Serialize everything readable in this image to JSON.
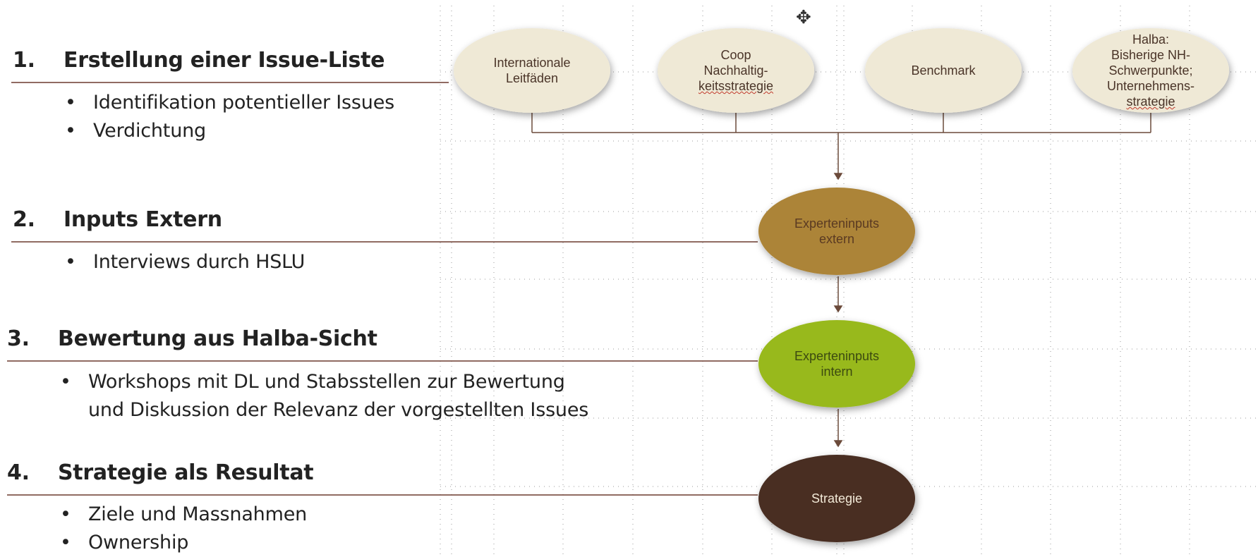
{
  "steps": [
    {
      "num": "1.",
      "title": "Erstellung einer Issue-Liste",
      "bullets": [
        "Identifikation potentieller Issues",
        "Verdichtung"
      ]
    },
    {
      "num": "2.",
      "title": "Inputs Extern",
      "bullets": [
        "Interviews durch HSLU"
      ]
    },
    {
      "num": "3.",
      "title": "Bewertung aus Halba-Sicht",
      "bullets": [
        "Workshops mit DL und Stabsstellen zur Bewertung",
        "und Diskussion der Relevanz der vorgestellten Issues"
      ]
    },
    {
      "num": "4.",
      "title": "Strategie als Resultat",
      "bullets": [
        "Ziele und Massnahmen",
        "Ownership"
      ]
    }
  ],
  "bullet_char": "•",
  "nodes": {
    "international": [
      "Internationale",
      "Leitfäden"
    ],
    "coop": [
      "Coop",
      "Nachhaltig-",
      "keitsstrategie"
    ],
    "benchmark": [
      "Benchmark"
    ],
    "halba": [
      "Halba:",
      "Bisherige NH-",
      "Schwerpunkte;",
      "Unternehmens-",
      "strategie"
    ],
    "extern": [
      "Experteninputs",
      "extern"
    ],
    "intern": [
      "Experteninputs",
      "intern"
    ],
    "strategie": [
      "Strategie"
    ]
  },
  "colors": {
    "top_node_fill": "#efe9d6",
    "extern_fill": "#ac8437",
    "intern_fill": "#98b91a",
    "strategie_fill": "#4a2e22",
    "connector": "#6b4a3a",
    "underline": "#6b3a2e",
    "guide": "#9a9a9a"
  },
  "cursor_icon": "move-cursor-icon"
}
